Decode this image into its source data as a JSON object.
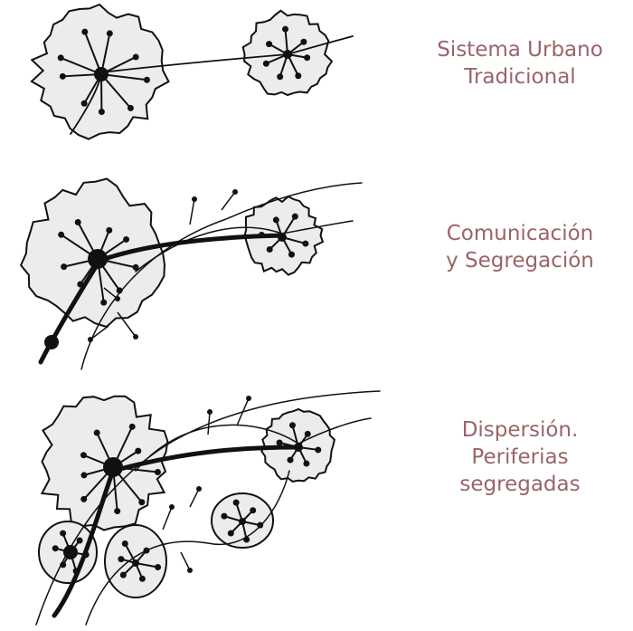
{
  "colors": {
    "caption": "#9a6468",
    "ink": "#111111",
    "fill": "#ececec"
  },
  "panels": [
    {
      "lines": [
        "Sistema Urbano",
        "Tradicional"
      ]
    },
    {
      "lines": [
        "Comunicación",
        "y Segregación"
      ]
    },
    {
      "lines": [
        "Dispersión.",
        "Periferias",
        "segregadas"
      ]
    }
  ]
}
